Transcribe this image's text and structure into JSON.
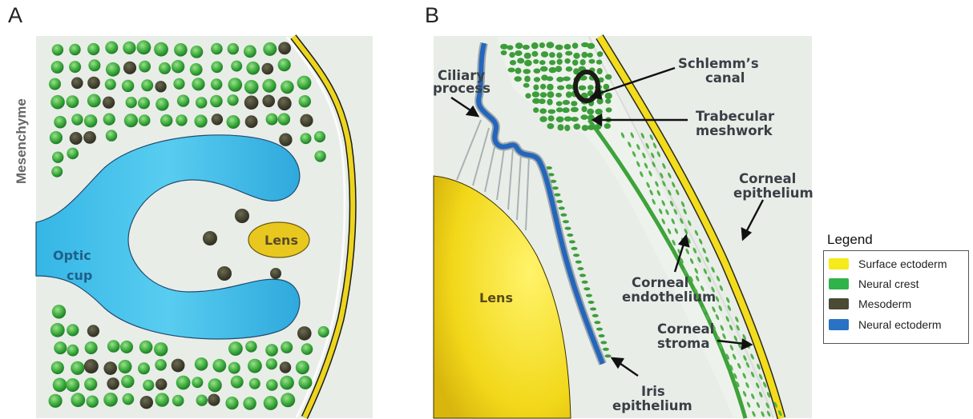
{
  "panels": {
    "a_letter": "A",
    "b_letter": "B"
  },
  "panel_a": {
    "side_label": "Mesenchyme",
    "optic_cup_line1": "Optic",
    "optic_cup_line2": "cup",
    "lens": "Lens"
  },
  "panel_b": {
    "ciliary_line1": "Ciliary",
    "ciliary_line2": "process",
    "schlemm_line1": "Schlemm’s",
    "schlemm_line2": "canal",
    "trabecular_line1": "Trabecular",
    "trabecular_line2": "meshwork",
    "corneal_epi_line1": "Corneal",
    "corneal_epi_line2": "epithelium",
    "corneal_endo_line1": "Corneal",
    "corneal_endo_line2": "endothelium",
    "corneal_stroma_line1": "Corneal",
    "corneal_stroma_line2": "stroma",
    "iris_line1": "Iris",
    "iris_line2": "epithelium",
    "lens": "Lens"
  },
  "legend": {
    "title": "Legend",
    "items": [
      {
        "label": "Surface ectoderm",
        "color": "#f5ea1a"
      },
      {
        "label": "Neural crest",
        "color": "#2fb34a"
      },
      {
        "label": "Mesoderm",
        "color": "#4a4a35"
      },
      {
        "label": "Neural ectoderm",
        "color": "#2a72c4"
      }
    ]
  },
  "colors": {
    "surface_ectoderm": "#f0d820",
    "neural_crest": "#3aa63a",
    "mesoderm": "#4b4a36",
    "neural_ectoderm_cup": "#3cc0e8",
    "neural_ectoderm_iris": "#2a6fc4",
    "background": "#e9ede8"
  }
}
